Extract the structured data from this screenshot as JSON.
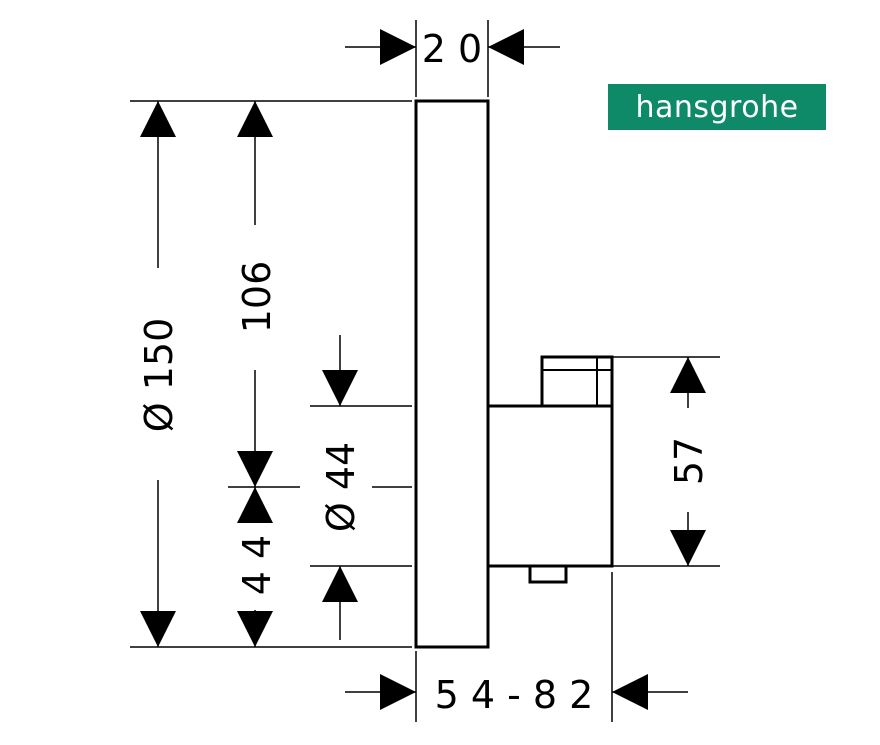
{
  "brand": {
    "logo_text": "hansgrohe",
    "logo_color": "#0f8a69"
  },
  "dimensions": {
    "top_depth": "2 0",
    "outer_diameter": "Ø 150",
    "inner_height": "106",
    "lower_offset": "4 4",
    "spindle_diameter": "Ø 44",
    "body_height": "57",
    "installation_depth": "5 4 - 8 2"
  }
}
